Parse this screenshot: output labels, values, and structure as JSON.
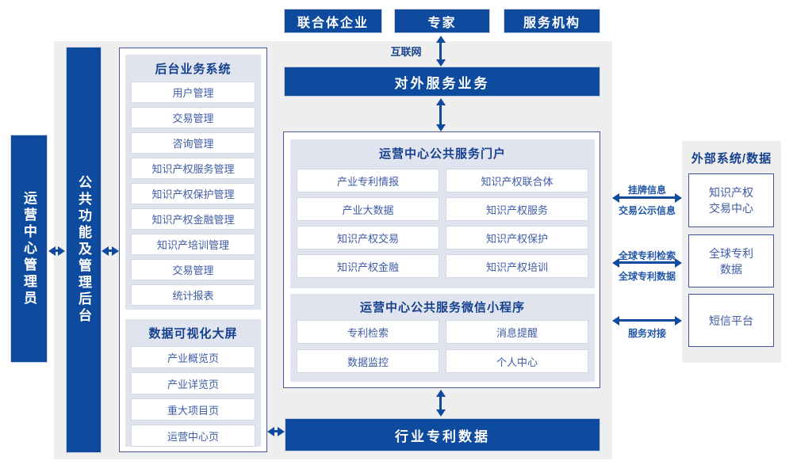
{
  "colors": {
    "primary_blue": "#0e4a9e",
    "title_navy": "#16418f",
    "item_text_blue": "#3d5ba7",
    "link_label_blue": "#2156a8",
    "panel_lavender": "#e0e4ef",
    "background_gray": "#eeeeef",
    "outline_border": "#4a5899",
    "item_border": "#d3d7e4"
  },
  "top_actors": [
    "联合体企业",
    "专家",
    "服务机构"
  ],
  "internet_label": "互联网",
  "external_service_bar": "对外服务业务",
  "admin_bar": "运营中心管理员",
  "backend_bar": "公共功能及管理后台",
  "backend_system": {
    "title": "后台业务系统",
    "items": [
      "用户管理",
      "交易管理",
      "咨询管理",
      "知识产权服务管理",
      "知识产权保护管理",
      "知识产权金融管理",
      "知识产培训管理",
      "交易管理",
      "统计报表"
    ]
  },
  "data_visualization": {
    "title": "数据可视化大屏",
    "items": [
      "产业概览页",
      "产业详览页",
      "重大项目页",
      "运营中心页"
    ]
  },
  "portal": {
    "title": "运营中心公共服务门户",
    "items": [
      "产业专利情报",
      "知识产权联合体",
      "产业大数据",
      "知识产权服务",
      "知识产权交易",
      "知识产权保护",
      "知识产权金融",
      "知识产权培训"
    ]
  },
  "mini_program": {
    "title": "运营中心公共服务微信小程序",
    "items": [
      "专利检索",
      "消息提醒",
      "数据监控",
      "个人中心"
    ]
  },
  "industry_patent_bar": "行业专利数据",
  "external_systems": {
    "title": "外部系统/数据",
    "boxes": [
      {
        "lines": [
          "知识产权",
          "交易中心"
        ]
      },
      {
        "lines": [
          "全球专利",
          "数据"
        ]
      },
      {
        "lines": [
          "短信平台"
        ]
      }
    ],
    "link_labels": [
      {
        "above": "挂牌信息",
        "below": "交易公示信息"
      },
      {
        "above": "全球专利检索",
        "below": "全球专利数据"
      },
      {
        "above": "",
        "below": "服务对接"
      }
    ]
  }
}
